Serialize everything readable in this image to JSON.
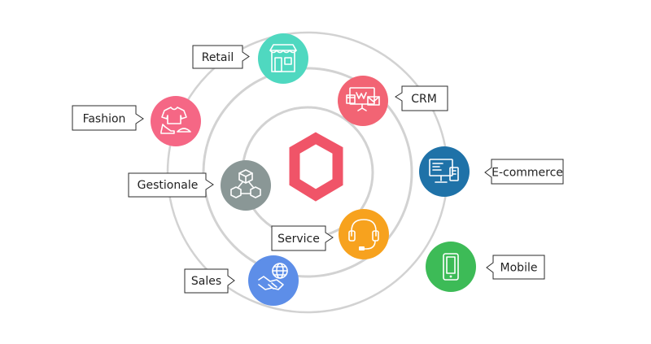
{
  "center": {
    "icon": "hexagon-logo-icon",
    "color": "#f05468"
  },
  "ring_color": "#d2d2d2",
  "nodes": [
    {
      "id": "retail",
      "label": "Retail",
      "icon": "storefront-icon",
      "color": "#4fd8c0"
    },
    {
      "id": "crm",
      "label": "CRM",
      "icon": "calendar-mail-icon",
      "color": "#f26474"
    },
    {
      "id": "fashion",
      "label": "Fashion",
      "icon": "clothing-icon",
      "color": "#f56785"
    },
    {
      "id": "ecommerce",
      "label": "E-commerce",
      "icon": "desktop-cart-icon",
      "color": "#1f72a8"
    },
    {
      "id": "gestionale",
      "label": "Gestionale",
      "icon": "network-cubes-icon",
      "color": "#8a9796"
    },
    {
      "id": "service",
      "label": "Service",
      "icon": "headset-icon",
      "color": "#f7a21e"
    },
    {
      "id": "mobile",
      "label": "Mobile",
      "icon": "smartphone-icon",
      "color": "#3dbb57"
    },
    {
      "id": "sales",
      "label": "Sales",
      "icon": "handshake-globe-icon",
      "color": "#5d8ee8"
    }
  ]
}
